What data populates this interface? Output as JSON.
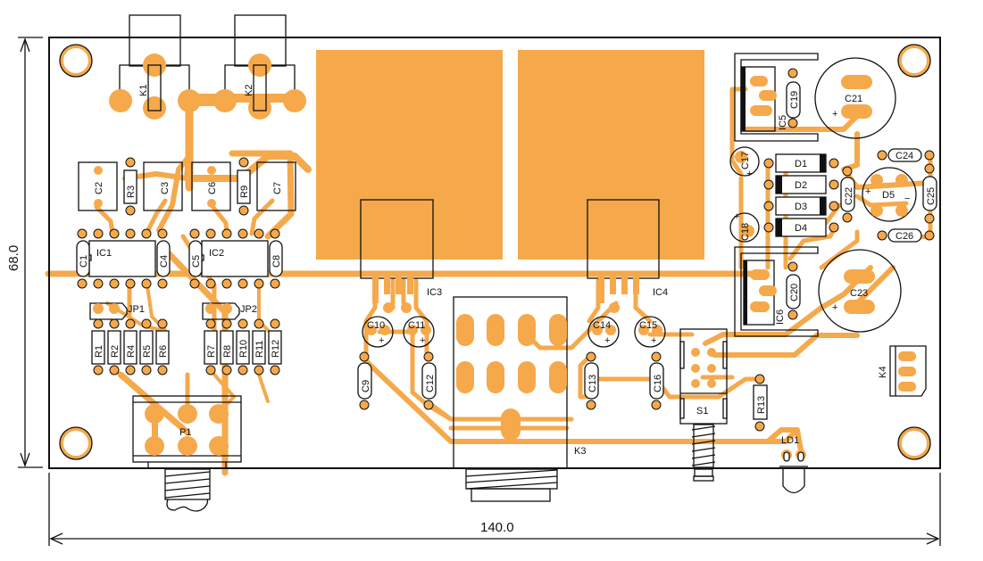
{
  "title": "PCB component layout",
  "colors": {
    "copper": "#f5a94b",
    "outline": "#111111",
    "board": "#ffffff"
  },
  "dimensions": {
    "width_label": "140.0",
    "height_label": "68.0"
  },
  "labels": {
    "K1": "K1",
    "K2": "K2",
    "K3": "K3",
    "K4": "K4",
    "IC1": "IC1",
    "IC2": "IC2",
    "IC3": "IC3",
    "IC4": "IC4",
    "IC5": "IC5",
    "IC6": "IC6",
    "C1": "C1",
    "C2": "C2",
    "C3": "C3",
    "C4": "C4",
    "C5": "C5",
    "C6": "C6",
    "C7": "C7",
    "C8": "C8",
    "C9": "C9",
    "C10": "C10",
    "C11": "C11",
    "C12": "C12",
    "C13": "C13",
    "C14": "C14",
    "C15": "C15",
    "C16": "C16",
    "C17": "C17",
    "C18": "C18",
    "C19": "C19",
    "C20": "C20",
    "C21": "C21",
    "C22": "C22",
    "C23": "C23",
    "C24": "C24",
    "C25": "C25",
    "C26": "C26",
    "R1": "R1",
    "R2": "R2",
    "R3": "R3",
    "R4": "R4",
    "R5": "R5",
    "R6": "R6",
    "R7": "R7",
    "R8": "R8",
    "R9": "R9",
    "R10": "R10",
    "R11": "R11",
    "R12": "R12",
    "R13": "R13",
    "JP1": "JP1",
    "JP2": "JP2",
    "P1": "P1",
    "S1": "S1",
    "LD1": "LD1",
    "D1": "D1",
    "D2": "D2",
    "D3": "D3",
    "D4": "D4",
    "D5": "D5",
    "plus": "+",
    "minus": "−"
  }
}
